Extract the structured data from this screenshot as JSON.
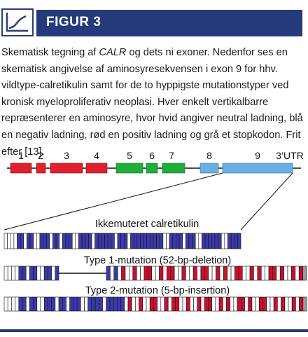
{
  "header": {
    "figure_label": "FIGUR 3"
  },
  "caption": {
    "part1": "Skematisk tegning af ",
    "gene": "CALR",
    "part2": " og dets ni exoner. Nedenfor ses en skematisk angivelse af aminosyresekvensen i exon 9 for hhv. vildtype-calretikulin samt for de to hyppigste mutationstyper ved kronisk myeloproliferativ neoplasi. Hver enkelt vertikalbarre repræsenterer en aminosyre, hvor hvid angiver neutral ladning, blå en negativ ladning, rød en positiv ladning og grå et stopkodon. Frit efter [13]."
  },
  "colors": {
    "brand": "#243a7b",
    "exon_red": "#e0202e",
    "exon_green": "#1fae3a",
    "exon_blue": "#6aaee2",
    "neutral": "#ffffff",
    "negative": "#3c3aa8",
    "positive": "#c8102e",
    "stop": "#9a9a9a"
  },
  "exons": [
    {
      "label": "1",
      "color": "exon_red"
    },
    {
      "label": "2",
      "color": "exon_red"
    },
    {
      "label": "3",
      "color": "exon_red"
    },
    {
      "label": "4",
      "color": "exon_red"
    },
    {
      "label": "5",
      "color": "exon_green"
    },
    {
      "label": "6",
      "color": "exon_green"
    },
    {
      "label": "7",
      "color": "exon_green"
    },
    {
      "label": "8",
      "color": "exon_blue"
    },
    {
      "label": "9",
      "color": "exon_blue"
    },
    {
      "label": "3’UTR",
      "color": "exon_blue"
    }
  ],
  "sequences": [
    {
      "label": "Ikkemuteret calretikulin",
      "pattern": "nnnnbbnbbnnbbbnbbnbbbnnbbbbnbbbbbbnbbbnbbbbbbbbbbnnbbbbnbbbnnbbbbbbnnbbbb"
    },
    {
      "label": "Type 1-mutation (52-bp-deletion)",
      "pattern": "nnnnbbnbbnnbbnbbnbnrnnrnnrrnnrnrrnnrnnrnrrnnrnrnnrrnnrnrnnrrnrnnrnrs"
    },
    {
      "label": "Type 2-mutation (5-bp-insertion)",
      "pattern": "nnnnbbnbbnnbbbnbbnbbbnnbbbbnbbbbbnrnnrnnrrnnrnrrnnrnnrnrrnnrnrnnrrnrnnrrnnrnrnnrnrs"
    }
  ]
}
